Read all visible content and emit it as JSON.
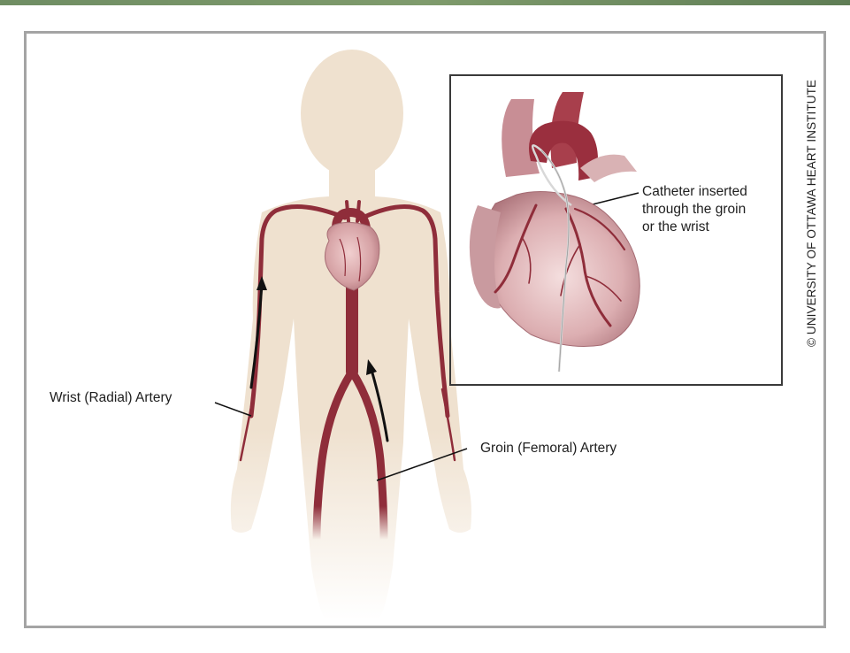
{
  "labels": {
    "wrist": "Wrist (Radial) Artery",
    "groin": "Groin (Femoral) Artery",
    "catheter_line1": "Catheter inserted",
    "catheter_line2": "through the groin",
    "catheter_line3": "or the wrist"
  },
  "copyright": "© UNIVERSITY OF OTTAWA HEART INSTITUTE",
  "colors": {
    "skin": "#efe1cf",
    "artery": "#8f2d3a",
    "heart": "#d9a4a6",
    "frame_border": "#a4a4a4",
    "top_bar": "#6f8d63"
  }
}
